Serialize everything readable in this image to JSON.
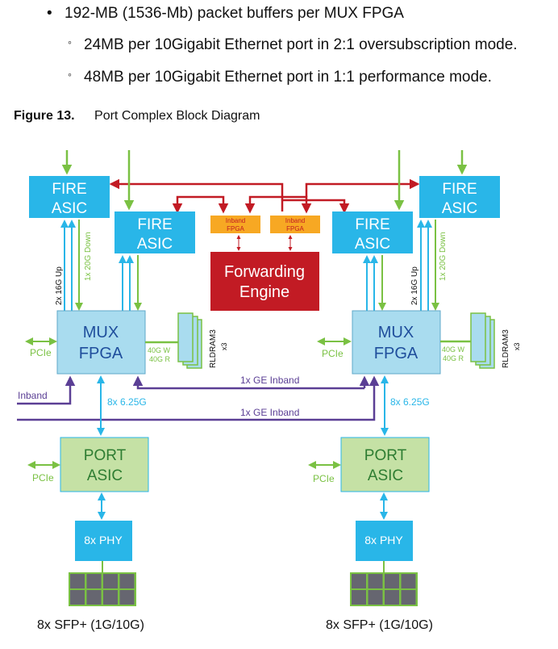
{
  "bullets": {
    "main": "192-MB (1536-Mb) packet buffers per MUX FPGA",
    "subs": [
      "24MB per 10Gigabit Ethernet port in 2:1 oversubscription mode.",
      "48MB per 10Gigabit Ethernet port in 1:1 performance mode."
    ]
  },
  "figure": {
    "number": "Figure 13.",
    "title": "Port Complex Block Diagram"
  },
  "diagram": {
    "fire_asic": [
      "FIRE",
      "ASIC"
    ],
    "inband_fpga": [
      "Inband",
      "FPGA"
    ],
    "forwarding_engine": [
      "Forwarding",
      "Engine"
    ],
    "mux_fpga": [
      "MUX",
      "FPGA"
    ],
    "port_asic": [
      "PORT",
      "ASIC"
    ],
    "phy": "8x PHY",
    "sfp_label": "8x SFP+ (1G/10G)",
    "up_label": "2x 16G Up",
    "down_label": "1x 20G Down",
    "pcie": "PCIe",
    "mem_w": "40G W",
    "mem_r": "40G R",
    "rldram": "RLDRAM3",
    "rldram_count": "x3",
    "serdes": "8x 6.25G",
    "ge_inband": "1x GE Inband",
    "inband": "Inband"
  },
  "colors": {
    "fire_blue": "#29b6e8",
    "mux_blue": "#a9dcef",
    "port_green": "#c5e1a5",
    "inband_orange": "#f7a823",
    "fe_red": "#c21b24",
    "arrow_green": "#7ac143",
    "arrow_blue": "#29b6e8",
    "purple": "#5b3f95",
    "sfp_gray": "#666670"
  }
}
